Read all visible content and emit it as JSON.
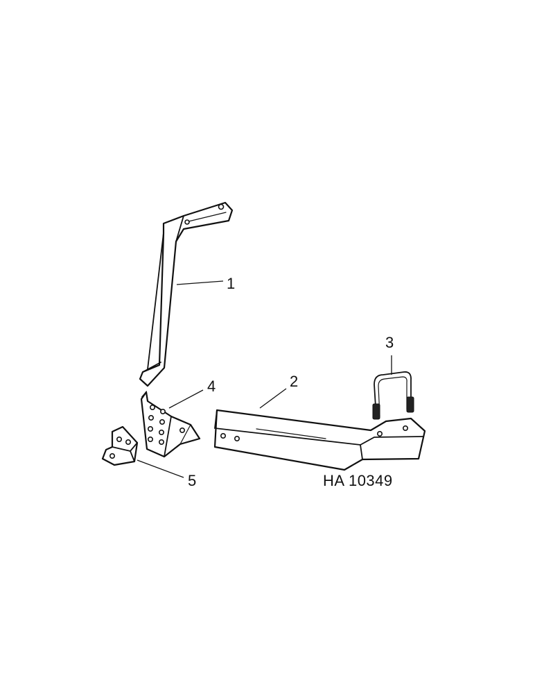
{
  "callouts": {
    "part_1": "1",
    "part_2": "2",
    "part_3": "3",
    "part_4": "4",
    "part_5": "5"
  },
  "figure_code": "HA 10349",
  "line_color": "#111111",
  "background_color": "#ffffff"
}
